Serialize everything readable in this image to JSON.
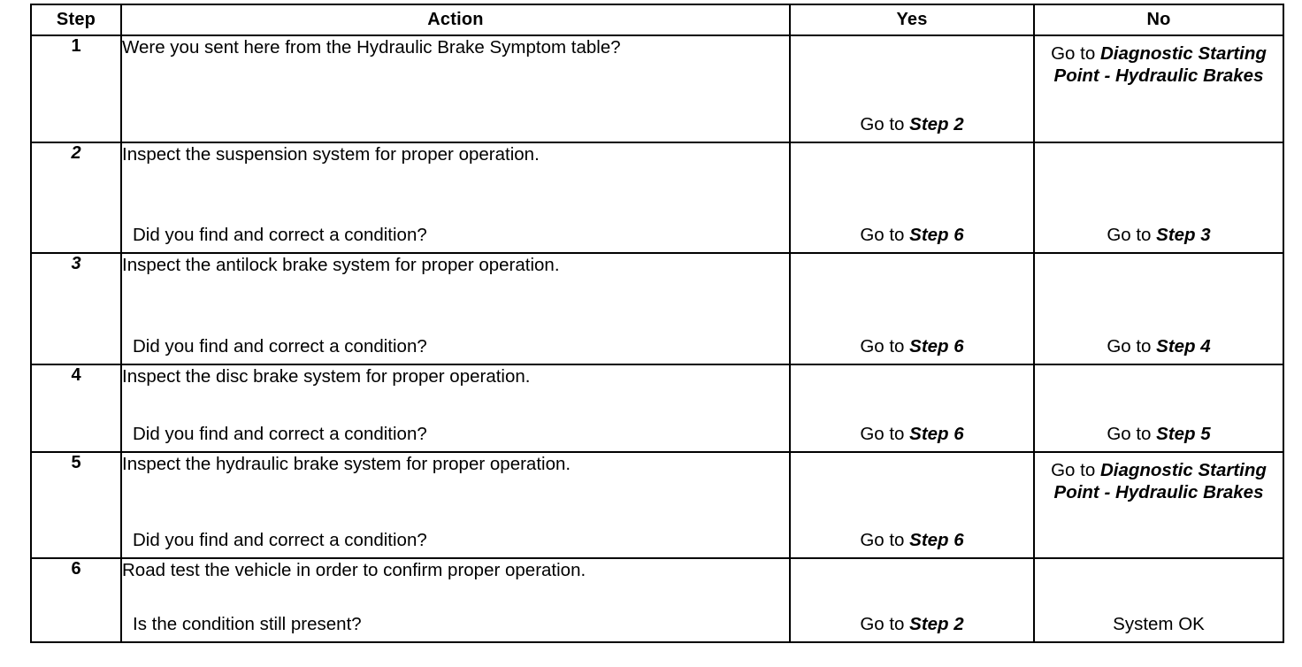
{
  "table": {
    "headers": {
      "step": "Step",
      "action": "Action",
      "yes": "Yes",
      "no": "No"
    },
    "rows": [
      {
        "step": "1",
        "step_italic": false,
        "action_statement": "Were you sent here from the Hydraulic Brake Symptom table?",
        "action_question": "",
        "yes": {
          "prefix": "Go to ",
          "target": "Step 2",
          "target_italic": true,
          "align": "bottom"
        },
        "no": {
          "prefix": "Go to ",
          "target": "Diagnostic Starting Point - Hydraulic Brakes",
          "target_italic": true,
          "align": "top"
        }
      },
      {
        "step": "2",
        "step_italic": true,
        "action_statement": "Inspect the suspension system for proper operation.",
        "action_question": "Did you find and correct a condition?",
        "yes": {
          "prefix": "Go to ",
          "target": "Step 6",
          "target_italic": true,
          "align": "bottom"
        },
        "no": {
          "prefix": "Go to ",
          "target": "Step 3",
          "target_italic": true,
          "align": "bottom"
        }
      },
      {
        "step": "3",
        "step_italic": true,
        "action_statement": "Inspect the antilock brake system for proper operation.",
        "action_question": "Did you find and correct a condition?",
        "yes": {
          "prefix": "Go to ",
          "target": "Step 6",
          "target_italic": true,
          "align": "bottom"
        },
        "no": {
          "prefix": "Go to ",
          "target": "Step 4",
          "target_italic": true,
          "align": "bottom"
        }
      },
      {
        "step": "4",
        "step_italic": false,
        "action_statement": "Inspect the disc brake system for proper operation.",
        "action_question": "Did you find and correct a condition?",
        "yes": {
          "prefix": "Go to ",
          "target": "Step 6",
          "target_italic": true,
          "align": "bottom"
        },
        "no": {
          "prefix": "Go to ",
          "target": "Step 5",
          "target_italic": true,
          "align": "bottom"
        }
      },
      {
        "step": "5",
        "step_italic": false,
        "action_statement": "Inspect the hydraulic brake system for proper operation.",
        "action_question": "Did you find and correct a condition?",
        "yes": {
          "prefix": "Go to ",
          "target": "Step 6",
          "target_italic": true,
          "align": "bottom"
        },
        "no": {
          "prefix": "Go to ",
          "target": "Diagnostic Starting Point - Hydraulic Brakes",
          "target_italic": true,
          "align": "top"
        }
      },
      {
        "step": "6",
        "step_italic": false,
        "action_statement": "Road test the vehicle in order to confirm proper operation.",
        "action_question": "Is the condition still present?",
        "yes": {
          "prefix": "Go to ",
          "target": "Step 2",
          "target_italic": true,
          "align": "bottom"
        },
        "no": {
          "prefix": "",
          "target": "System OK",
          "target_italic": false,
          "align": "bottom"
        }
      }
    ]
  },
  "colors": {
    "ink": "#000000",
    "paper": "#ffffff"
  }
}
